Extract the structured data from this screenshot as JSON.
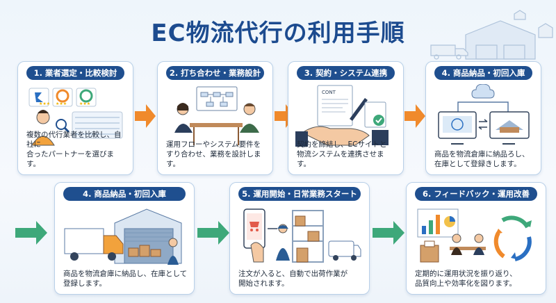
{
  "title": "EC物流代行の利用手順",
  "steps": [
    {
      "title": "1. 業者選定・比較検討",
      "desc": "複数の代行業者を比較し、自社に\n合ったパートナーを選びます。"
    },
    {
      "title": "2. 打ち合わせ・業務設計",
      "desc": "運用フローやシステム要件を\nすり合わせ、業務を設計します。"
    },
    {
      "title": "3. 契約・システム連携",
      "desc": "契約を締結し、ECサイトと\n物流システムを連携させます。",
      "doc_label": "CONT"
    },
    {
      "title": "4. 商品納品・初回入庫",
      "desc": "商品を物流倉庫に納品ろし、\n在庫として登録きします。"
    },
    {
      "title": "4. 商品納品・初回入庫",
      "desc": "商品を物流倉庫に納品し、在庫として\n登録します。"
    },
    {
      "title": "5. 運用開始・日常業務スタート",
      "desc": "注文が入ると、自動で出荷作業が\n開始されます。"
    },
    {
      "title": "6. フィードバック・運用改善",
      "desc": "定期的に運用状況を振り返り、\n品質向上や効率化を図ります。"
    }
  ],
  "colors": {
    "navy": "#1f4f8f",
    "orange": "#f08a2c",
    "green": "#3ea87a",
    "border": "#b9d0e8"
  }
}
